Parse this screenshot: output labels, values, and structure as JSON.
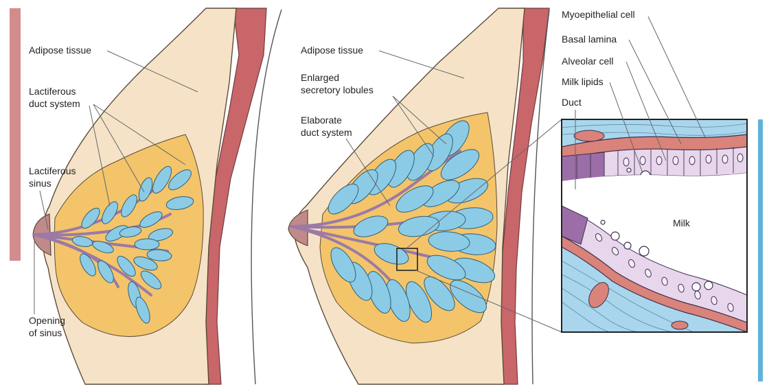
{
  "colors": {
    "left_accent_bar": "#d28c8c",
    "right_accent_bar": "#5fb3d9",
    "skin": "#f6e3c7",
    "muscle": "#c9666a",
    "fat_orange": "#f3c46a",
    "lobule_blue": "#8ccbe6",
    "duct_purple": "#9b7aa6",
    "tissue_blue": "#a9d6ec",
    "cell_lavender": "#e8d7ec",
    "basal_red": "#d9837a"
  },
  "left_figure": {
    "labels": {
      "adipose": "Adipose tissue",
      "duct_system_line1": "Lactiferous",
      "duct_system_line2": "duct system",
      "sinus_line1": "Lactiferous",
      "sinus_line2": "sinus",
      "opening_line1": "Opening",
      "opening_line2": "of sinus"
    }
  },
  "middle_figure": {
    "labels": {
      "adipose": "Adipose tissue",
      "lobules_line1": "Enlarged",
      "lobules_line2": "secretory lobules",
      "ducts_line1": "Elaborate",
      "ducts_line2": "duct system"
    }
  },
  "inset": {
    "labels": {
      "myoepithelial": "Myoepithelial cell",
      "basal": "Basal lamina",
      "alveolar": "Alveolar cell",
      "lipids": "Milk lipids",
      "duct": "Duct",
      "milk": "Milk"
    }
  }
}
